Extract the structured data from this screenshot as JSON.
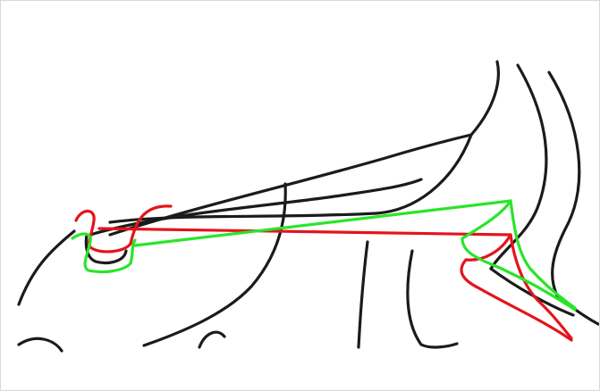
{
  "colors": {
    "background": "#ffffff",
    "frame_border": "#d8d8d8",
    "ink_black": "#1b1b1b",
    "ink_red": "#e3141b",
    "ink_green": "#29e52a"
  },
  "drawing": {
    "stroke_groups": [
      "black-sketch",
      "red-overlay",
      "green-overlay"
    ]
  }
}
